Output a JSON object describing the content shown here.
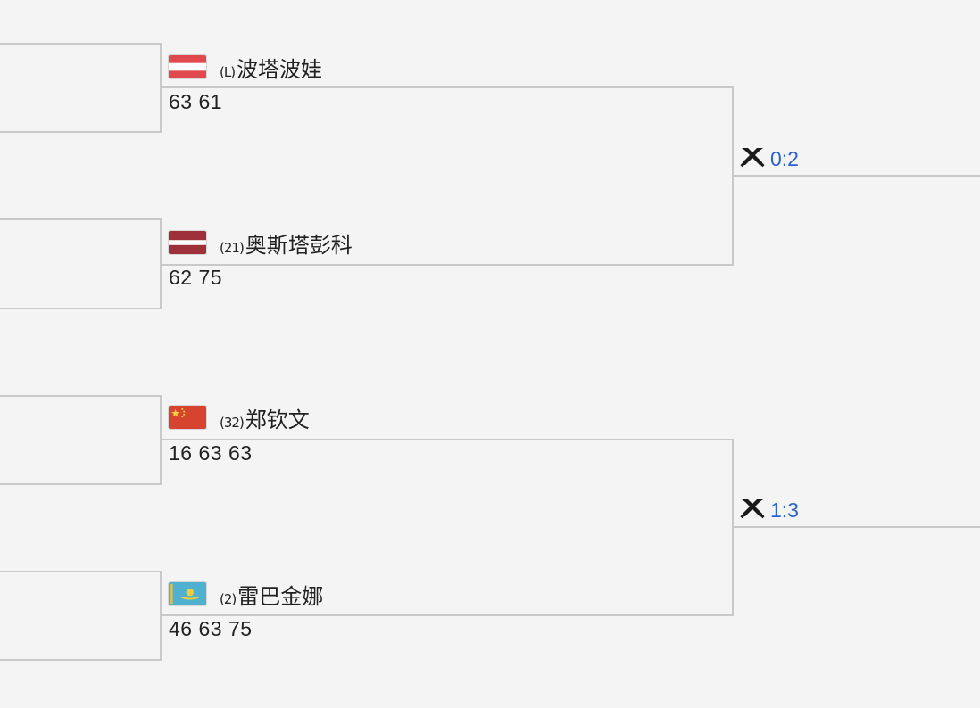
{
  "matches": [
    {
      "players": [
        {
          "seed": "(L)",
          "name": "波塔波娃",
          "flag": "austria-flag",
          "score": "63 61"
        },
        {
          "seed": "(21)",
          "name": "奥斯塔彭科",
          "flag": "latvia-flag",
          "score": "62 75"
        }
      ],
      "h2h": "0:2",
      "h2h_icon": "crossed-swords-icon"
    },
    {
      "players": [
        {
          "seed": "(32)",
          "name": "郑钦文",
          "flag": "china-flag",
          "score": "16 63 63"
        },
        {
          "seed": "(2)",
          "name": "雷巴金娜",
          "flag": "kazakhstan-flag",
          "score": "46 63 75"
        }
      ],
      "h2h": "1:3",
      "h2h_icon": "crossed-swords-icon"
    }
  ],
  "colors": {
    "background": "#f4f4f4",
    "bracket_line": "#c9c9c9",
    "h2h_link": "#2a62d6",
    "text": "#222222"
  }
}
